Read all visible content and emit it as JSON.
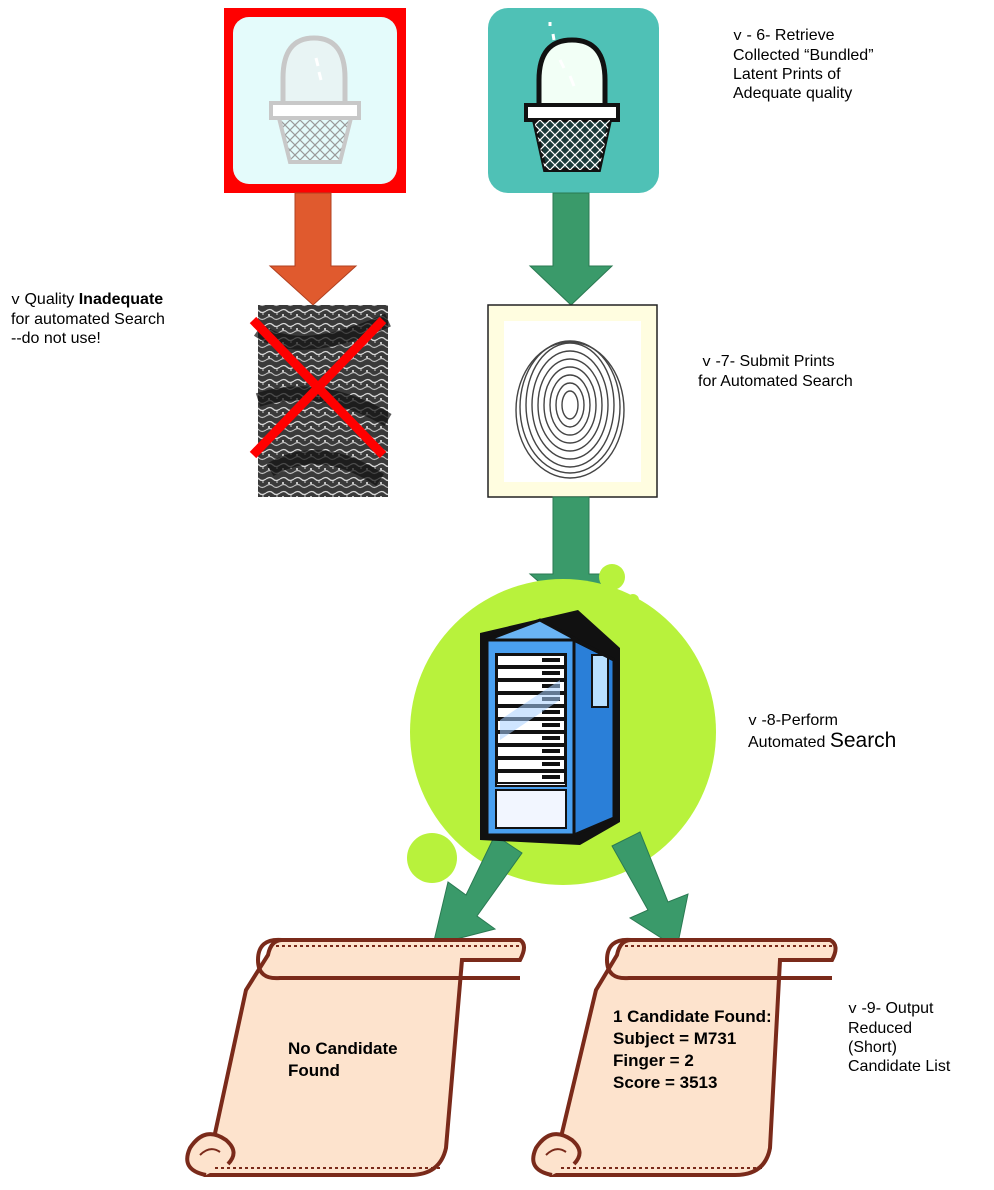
{
  "steps": {
    "step6": {
      "bullet": "v",
      "text": "- 6- Retrieve",
      "line2": "Collected “Bundled”",
      "line3": "Latent Prints of",
      "line4": "Adequate quality"
    },
    "inadequate": {
      "bullet": "v",
      "prefix": "Quality ",
      "bold": "Inadequate",
      "line2": "for automated Search",
      "line3": "--do not use!"
    },
    "step7": {
      "bullet": "v",
      "text": "-7- Submit Prints",
      "line2": "for Automated Search"
    },
    "step8": {
      "bullet": "v",
      "text": "-8-Perform",
      "line2_a": "Automated ",
      "line2_b": "Search"
    },
    "step9": {
      "bullet": "v",
      "text": "-9- Output",
      "line2": "Reduced",
      "line3": "(Short)",
      "line4": "Candidate List"
    }
  },
  "results": {
    "no_candidate": {
      "line1": "No Candidate",
      "line2": "Found"
    },
    "candidate": {
      "line1": "1 Candidate Found:",
      "line2": "Subject = M731",
      "line3": "Finger = 2",
      "line4": "Score = 3513"
    }
  },
  "colors": {
    "red_border": "#ff0000",
    "orange_arrow": "#e05a2e",
    "green_arrow": "#3a9a6a",
    "teal_tile": "#4fc1b6",
    "pale_tile": "#e4fbfb",
    "lime_blob": "#b8f23c",
    "server_blue": "#4aa0f0",
    "scroll_fill": "#fde3cd",
    "scroll_stroke": "#7a2a1a",
    "print_bg": "#fffde0"
  },
  "icons": [
    "basket-icon",
    "fingerprint-icon",
    "server-icon",
    "scroll-icon",
    "x-mark-icon"
  ]
}
